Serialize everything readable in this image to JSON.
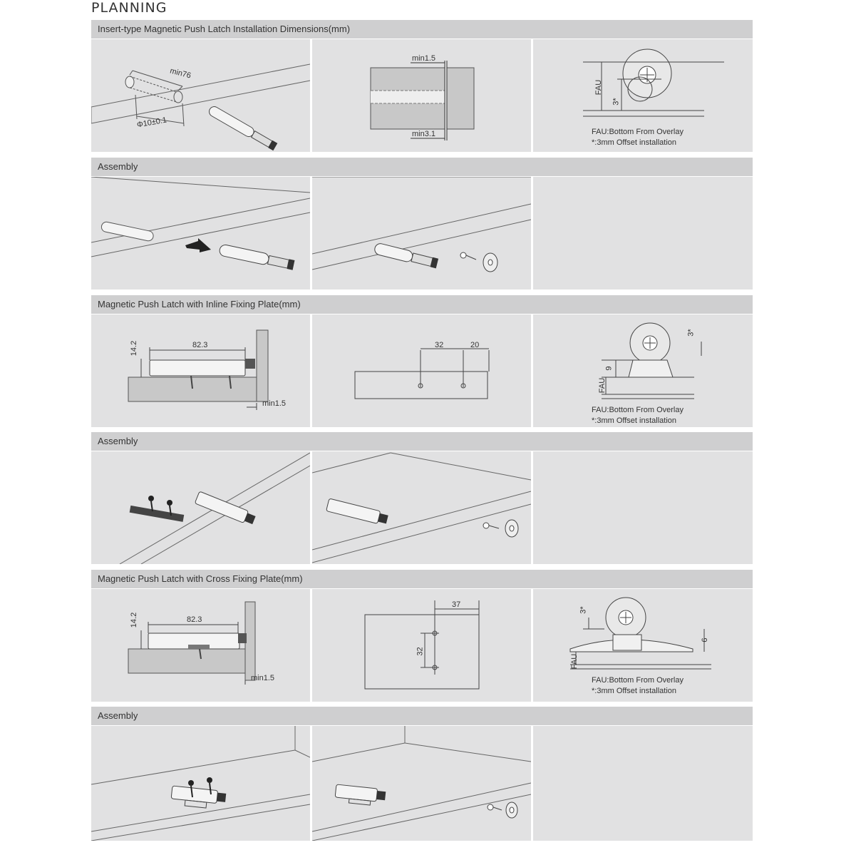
{
  "page_title": "PLANNING",
  "sections": [
    {
      "title": "Insert-type Magnetic Push Latch Installation Dimensions(mm)"
    },
    {
      "title": "Assembly"
    },
    {
      "title": "Magnetic Push Latch with Inline Fixing Plate(mm)"
    },
    {
      "title": "Assembly"
    },
    {
      "title": "Magnetic Push Latch with Cross Fixing Plate(mm)"
    },
    {
      "title": "Assembly"
    }
  ],
  "dims": {
    "min76": "min76",
    "phi10": "Φ10±0.1",
    "min1_5": "min1.5",
    "min3_1": "min3.1",
    "fau": "FAU",
    "three_star": "3*",
    "d82_3": "82.3",
    "d14_2": "14.2",
    "d32": "32",
    "d20": "20",
    "d9": "9",
    "d37": "37"
  },
  "notes": {
    "fau_line": "FAU:Bottom From Overlay",
    "offset_line": "*:3mm Offset installation"
  }
}
